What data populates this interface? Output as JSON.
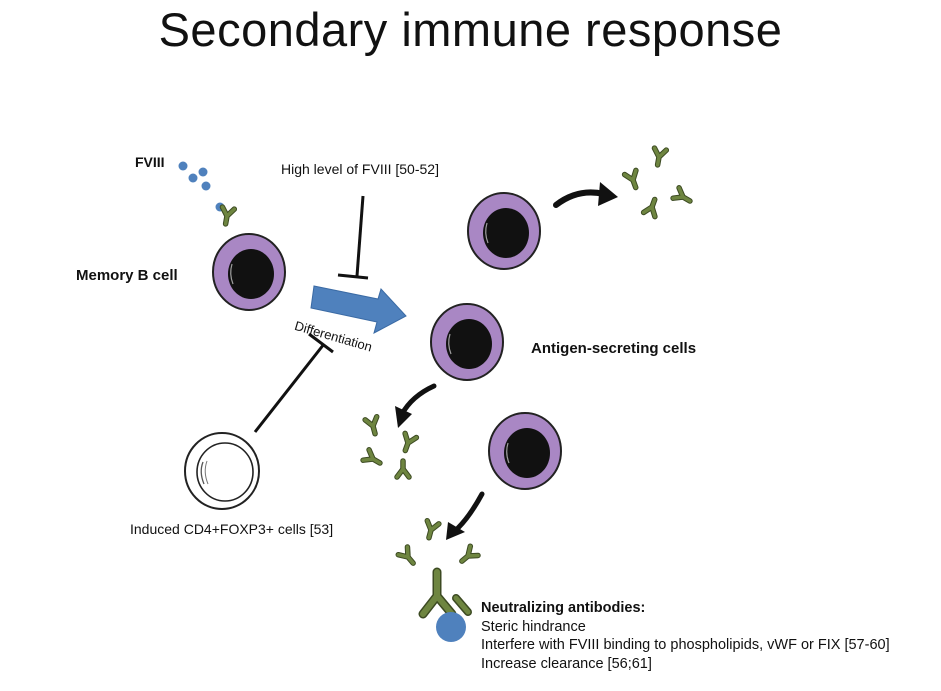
{
  "title": "Secondary immune response",
  "labels": {
    "fviii": "FVIII",
    "high_level": "High level of FVIII [50-52]",
    "memory_b": "Memory B cell",
    "differentiation": "Differentiation",
    "antigen_secreting": "Antigen-secreting cells",
    "induced_cells": "Induced CD4+FOXP3+ cells [53]"
  },
  "neutralizing": {
    "heading": "Neutralizing antibodies:",
    "items": [
      "Steric hindrance",
      "Interfere with FVIII binding to phospholipids, vWF or FIX [57-60]",
      "Increase clearance [56;61]"
    ]
  },
  "colors": {
    "cell_purple": "#a987c4",
    "nucleus": "#111111",
    "antibody_green": "#6e8540",
    "fviii_blue": "#4f81bd",
    "arrow_blue": "#4f81bd"
  }
}
